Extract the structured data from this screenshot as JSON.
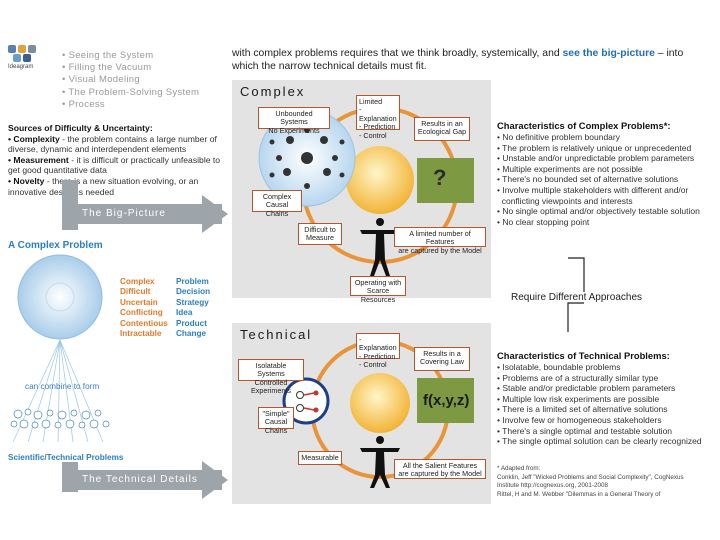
{
  "logo": {
    "text": "Ideagram"
  },
  "nav": [
    "• Seeing the System",
    "• Filling the Vacuum",
    "• Visual Modeling",
    "• The Problem-Solving System",
    "• Process"
  ],
  "intro": {
    "before": "with complex problems requires that we think broadly, systemically, and ",
    "highlight": "see the big-picture",
    "after": " – into which the narrow technical details must fit."
  },
  "sources": {
    "title": "Sources of Difficulty & Uncertainty:",
    "complexity_label": "• Complexity",
    "complexity_text": " - the problem contains a large number of diverse, dynamic and interdependent elements",
    "measurement_label": "• Measurement",
    "measurement_text": " - it is difficult or practically unfeasible to get good quantitative data",
    "novelty_label": "• Novelty",
    "novelty_text": " - there is a new situation evolving, or an innovative design is needed"
  },
  "banners": {
    "big_picture": "The Big-Picture",
    "technical_details": "The Technical Details"
  },
  "complex_problem": {
    "title": "A Complex Problem",
    "col1": [
      "Complex",
      "Difficult",
      "Uncertain",
      "Conflicting",
      "Contentious",
      "Intractable"
    ],
    "col2": [
      "Problem",
      "Decision",
      "Strategy",
      "Idea",
      "Product",
      "Change"
    ],
    "combine": "can combine to form",
    "scientific": "Scientific/Technical Problems"
  },
  "complex_panel": {
    "title": "Complex",
    "unbounded": "Unbounded Systems\nNo Experiments",
    "limited": "Limited\n- Explanation\n- Prediction\n- Control",
    "results": "Results in an\nEcological Gap",
    "question": "?",
    "causal": "Complex\nCausal Chains",
    "difficult": "Difficult to\nMeasure",
    "limited_features": "A limited number of Features\nare captured by the Model",
    "operating": "Operating with\nScarce Resources"
  },
  "technical_panel": {
    "title": "Technical",
    "explanation": "- Explanation\n- Prediction\n- Control",
    "results": "Results in a\nCovering Law",
    "isolatable": "Isolatable Systems\nControlled Experiments",
    "simple": "\"Simple\"\nCausal Chains",
    "formula": "f(x,y,z)",
    "measurable": "Measurable",
    "salient": "All the Salient Features\nare captured by the Model"
  },
  "complex_characteristics": {
    "title": "Characteristics of Complex Problems*:",
    "items": [
      "• No definitive problem boundary",
      "• The problem is relatively unique or unprecedented",
      "• Unstable and/or unpredictable problem parameters",
      "• Multiple experiments are not possible",
      "• There's no bounded set of alternative solutions",
      "• Involve multiple stakeholders with different and/or",
      "  conflicting viewpoints and interests",
      "• No single optimal and/or objectively testable solution",
      "• No clear stopping point"
    ]
  },
  "require": "Require Different Approaches",
  "technical_characteristics": {
    "title": "Characteristics of Technical Problems:",
    "items": [
      "• Isolatable, boundable problems",
      "• Problems are of a structurally similar type",
      "• Stable and/or predictable problem parameters",
      "• Multiple low risk experiments are possible",
      "• There is a limited set of alternative solutions",
      "• Involve few or homogeneous stakeholders",
      "• There's a single optimal and testable solution",
      "• The single optimal solution can be clearly recognized"
    ]
  },
  "adapted": {
    "title": "* Adapted from:",
    "lines": [
      "Conklin, Jeff \"Wicked Problems and Social Complexity\", CogNexus",
      "Institute http://cognexus.org, 2001-2008",
      "Rittel, H and M. Webber \"Dilemmas in a General Theory of"
    ]
  },
  "colors": {
    "accent_orange": "#e8943a",
    "banner_gray": "#9da4aa",
    "highlight_blue": "#1f6fb8",
    "orange_text": "#e07b2a",
    "blue_text": "#2c7fc1"
  }
}
